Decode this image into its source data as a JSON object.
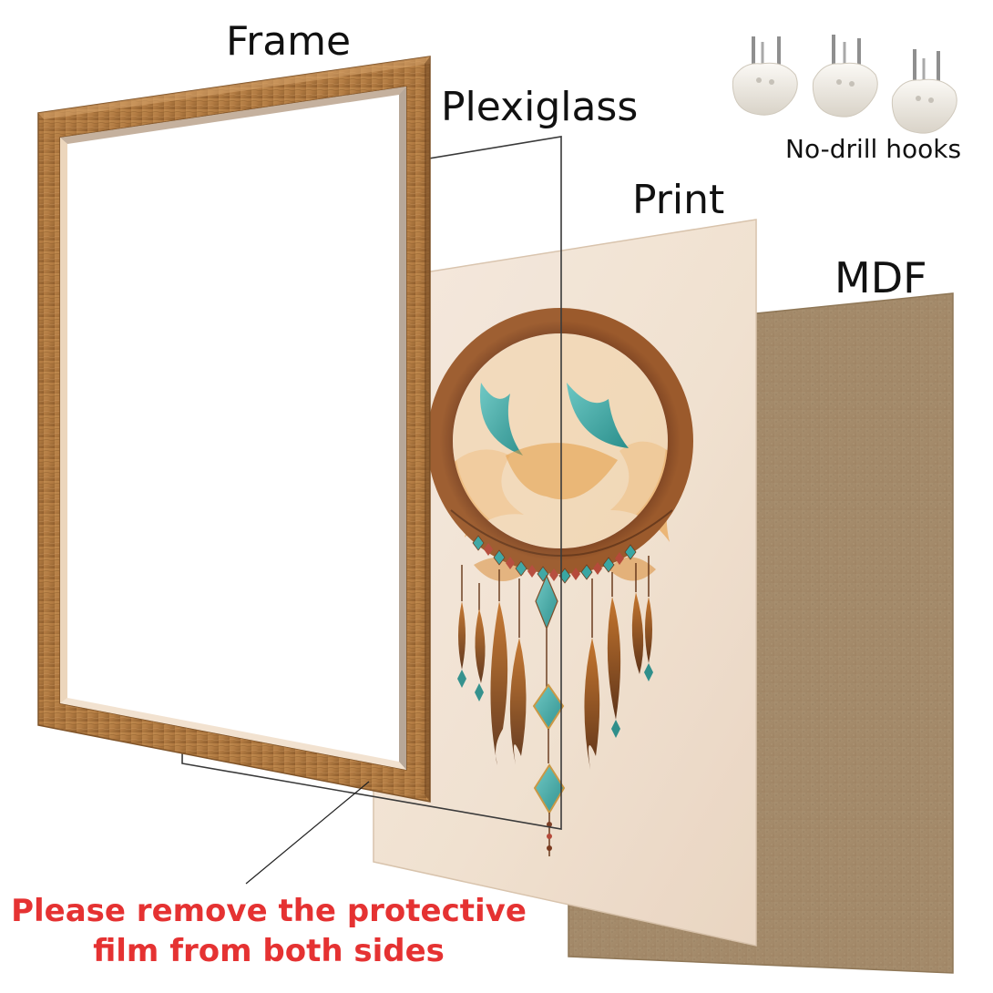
{
  "labels": {
    "frame": "Frame",
    "plexiglass": "Plexiglass",
    "print": "Print",
    "mdf": "MDF",
    "hooks": "No-drill hooks"
  },
  "warning": {
    "line1": "Please remove the protective",
    "line2": "film from both sides"
  },
  "colors": {
    "frame_wood": "#b98548",
    "frame_wood_dark": "#8a5a2a",
    "print_paper": "#f2e3d3",
    "mdf": "#a8906f",
    "warning": "#e53232",
    "hook": "#f1eee8",
    "dreamcatcher_ring": "#8a4c26",
    "dreamcatcher_turquoise": "#3aa6a3",
    "dreamcatcher_orange": "#e79a3c"
  },
  "icons": {
    "hook": "hook-icon",
    "dreamcatcher": "dreamcatcher-illustration"
  }
}
